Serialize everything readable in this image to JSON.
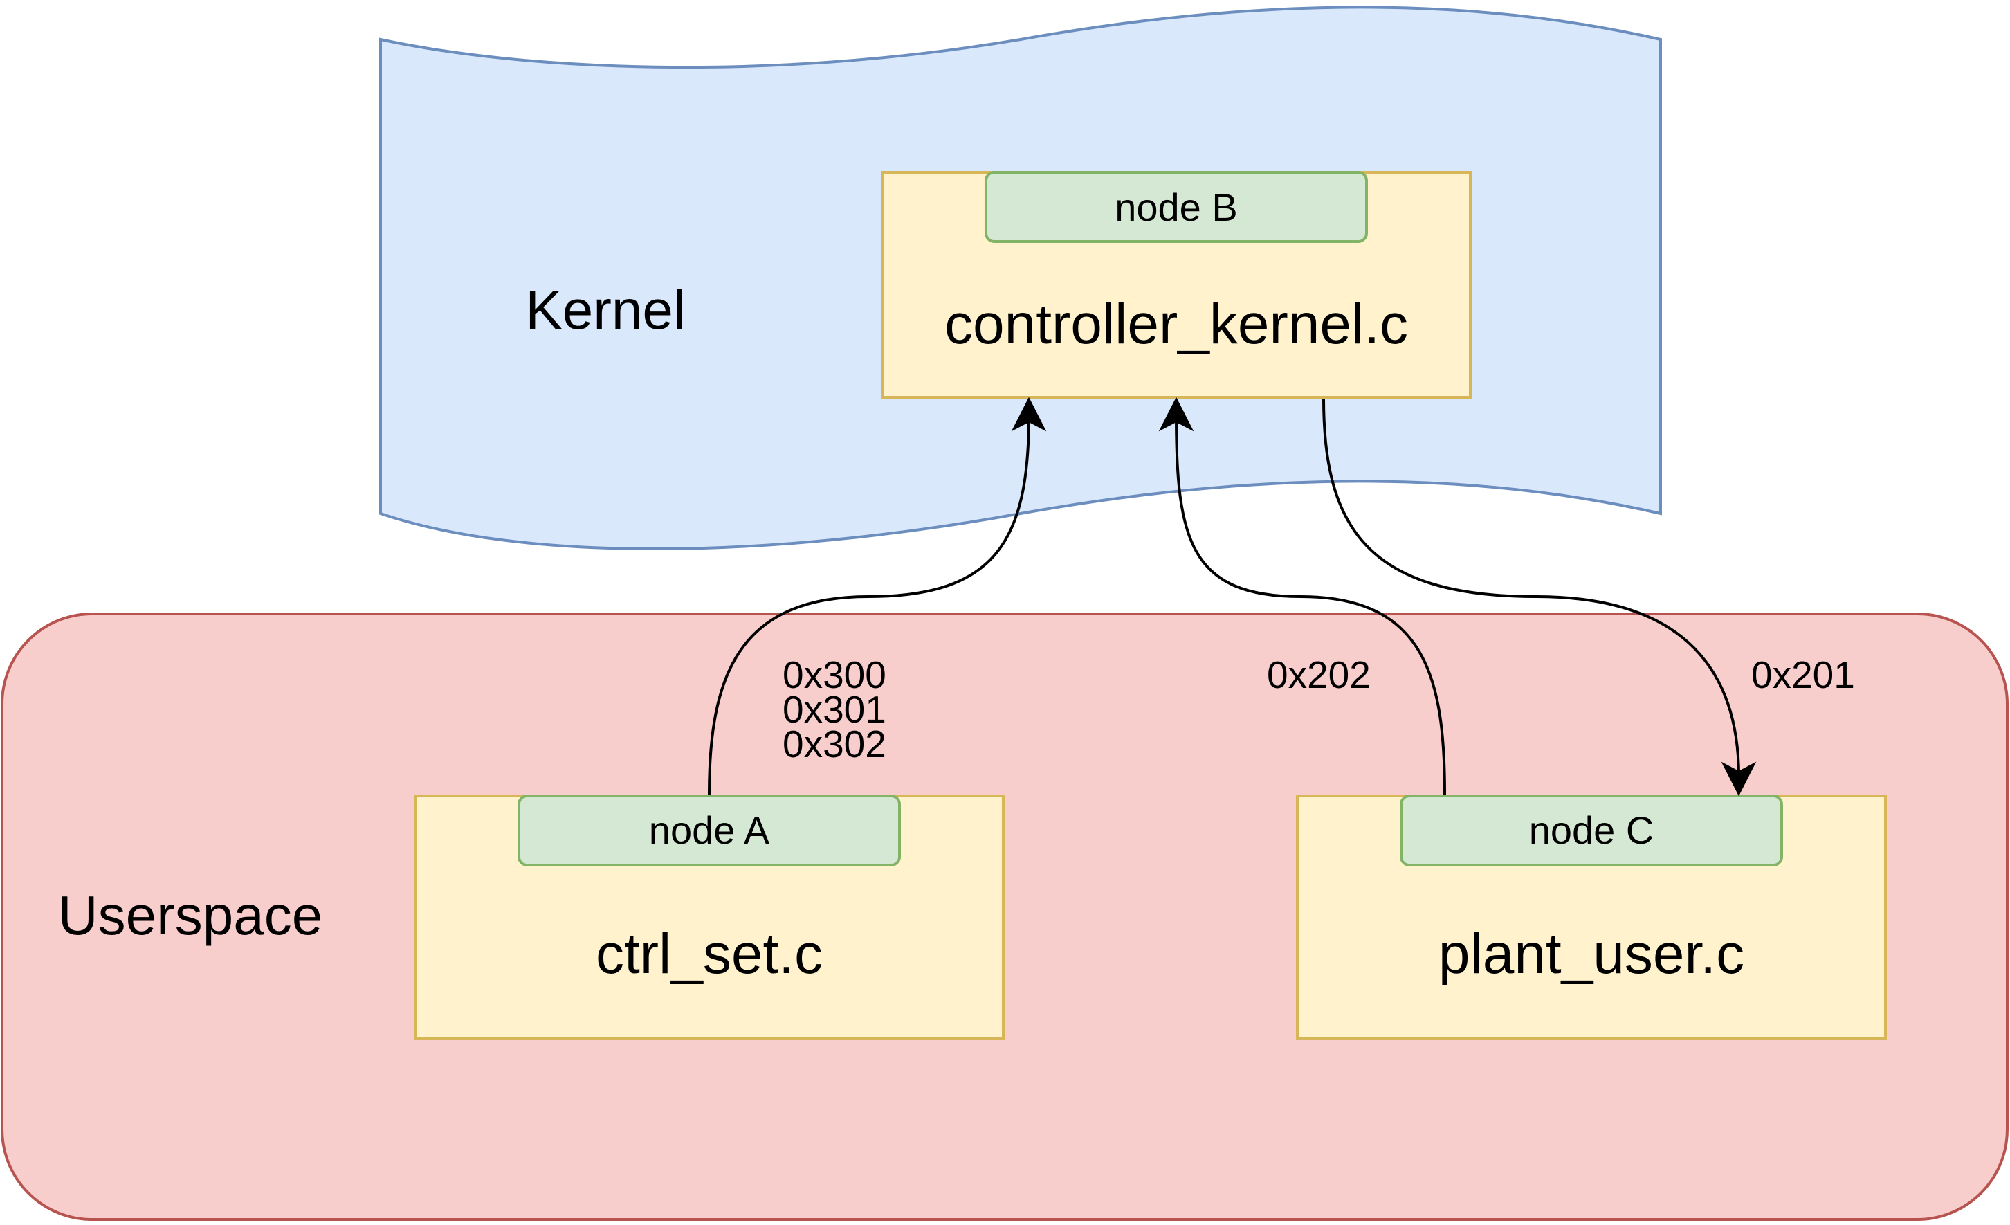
{
  "regions": {
    "kernel": {
      "label": "Kernel",
      "fill": "#dae8fc",
      "stroke": "#6c8ebf"
    },
    "userspace": {
      "label": "Userspace",
      "fill": "#f8cecc",
      "stroke": "#b85450"
    }
  },
  "modules": {
    "controller": {
      "file": "controller_kernel.c",
      "node": "node B"
    },
    "ctrl_set": {
      "file": "ctrl_set.c",
      "node": "node A"
    },
    "plant_user": {
      "file": "plant_user.c",
      "node": "node C"
    }
  },
  "messages": {
    "a_to_b": [
      "0x300",
      "0x301",
      "0x302"
    ],
    "c_to_b": "0x202",
    "b_to_c": "0x201"
  },
  "colors": {
    "module_fill": "#fff2cc",
    "module_stroke": "#d6b656",
    "node_fill": "#d5e8d4",
    "node_stroke": "#82b366",
    "arrow": "#000000"
  }
}
